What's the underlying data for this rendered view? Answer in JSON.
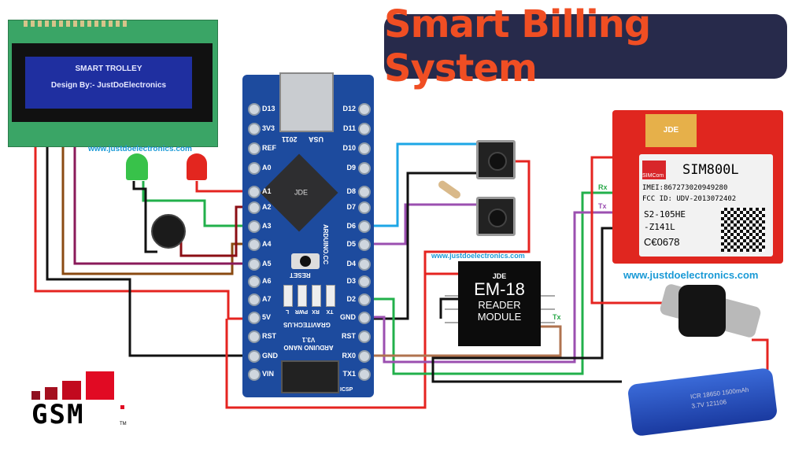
{
  "title": "Smart Billing System",
  "lcd": {
    "line1": "SMART TROLLEY",
    "line2": "Design By:- JustDoElectronics"
  },
  "watermarks": [
    "www.justdoelectronics.com",
    "www.justdoelectronics.com",
    "www.justdoelectronics.com"
  ],
  "arduino": {
    "chip_label": "JDE",
    "board_text": [
      "USA",
      "2011",
      "RESET",
      "ARDUINO.CC",
      "GRAVITECH.US",
      "ARDUINO NANO V3.1",
      "ICSP"
    ],
    "leds": [
      "L",
      "PWR",
      "RX",
      "TX"
    ],
    "left_pins": [
      "D13",
      "3V3",
      "REF",
      "A0",
      "A1",
      "A2",
      "A3",
      "A4",
      "A5",
      "A6",
      "A7",
      "5V",
      "RST",
      "GND",
      "VIN"
    ],
    "right_pins": [
      "D12",
      "D11",
      "D10",
      "D9",
      "D8",
      "D7",
      "D6",
      "D5",
      "D4",
      "D3",
      "D2",
      "GND",
      "RST",
      "RX0",
      "TX1"
    ]
  },
  "em18": {
    "brand": "JDE",
    "name": "EM-18",
    "line2": "READER",
    "line3": "MODULE",
    "tx_label": "Tx"
  },
  "sim800l": {
    "cap_label": "JDE",
    "brand": "SIMCom",
    "model": "SIM800L",
    "imei": "IMEI:867273020949280",
    "fcc": "FCC ID: UDV-2013072402",
    "code1": "S2-105HE",
    "code2": "-Z141L",
    "ce": "C€0678",
    "rx_label": "Rx",
    "tx_label": "Tx"
  },
  "battery": {
    "label1": "ICR 18650 1500mAh",
    "label2": "3.7V  121106"
  },
  "gsm_logo": {
    "text": "GSM",
    "tm": "TM"
  },
  "colors": {
    "title_bg": "#272a4b",
    "title_text": "#f04e23",
    "board": "#1d4b9e",
    "sim_board": "#e0261f",
    "lcd_screen": "#1f2fa0",
    "watermark": "#1a9ad6"
  }
}
